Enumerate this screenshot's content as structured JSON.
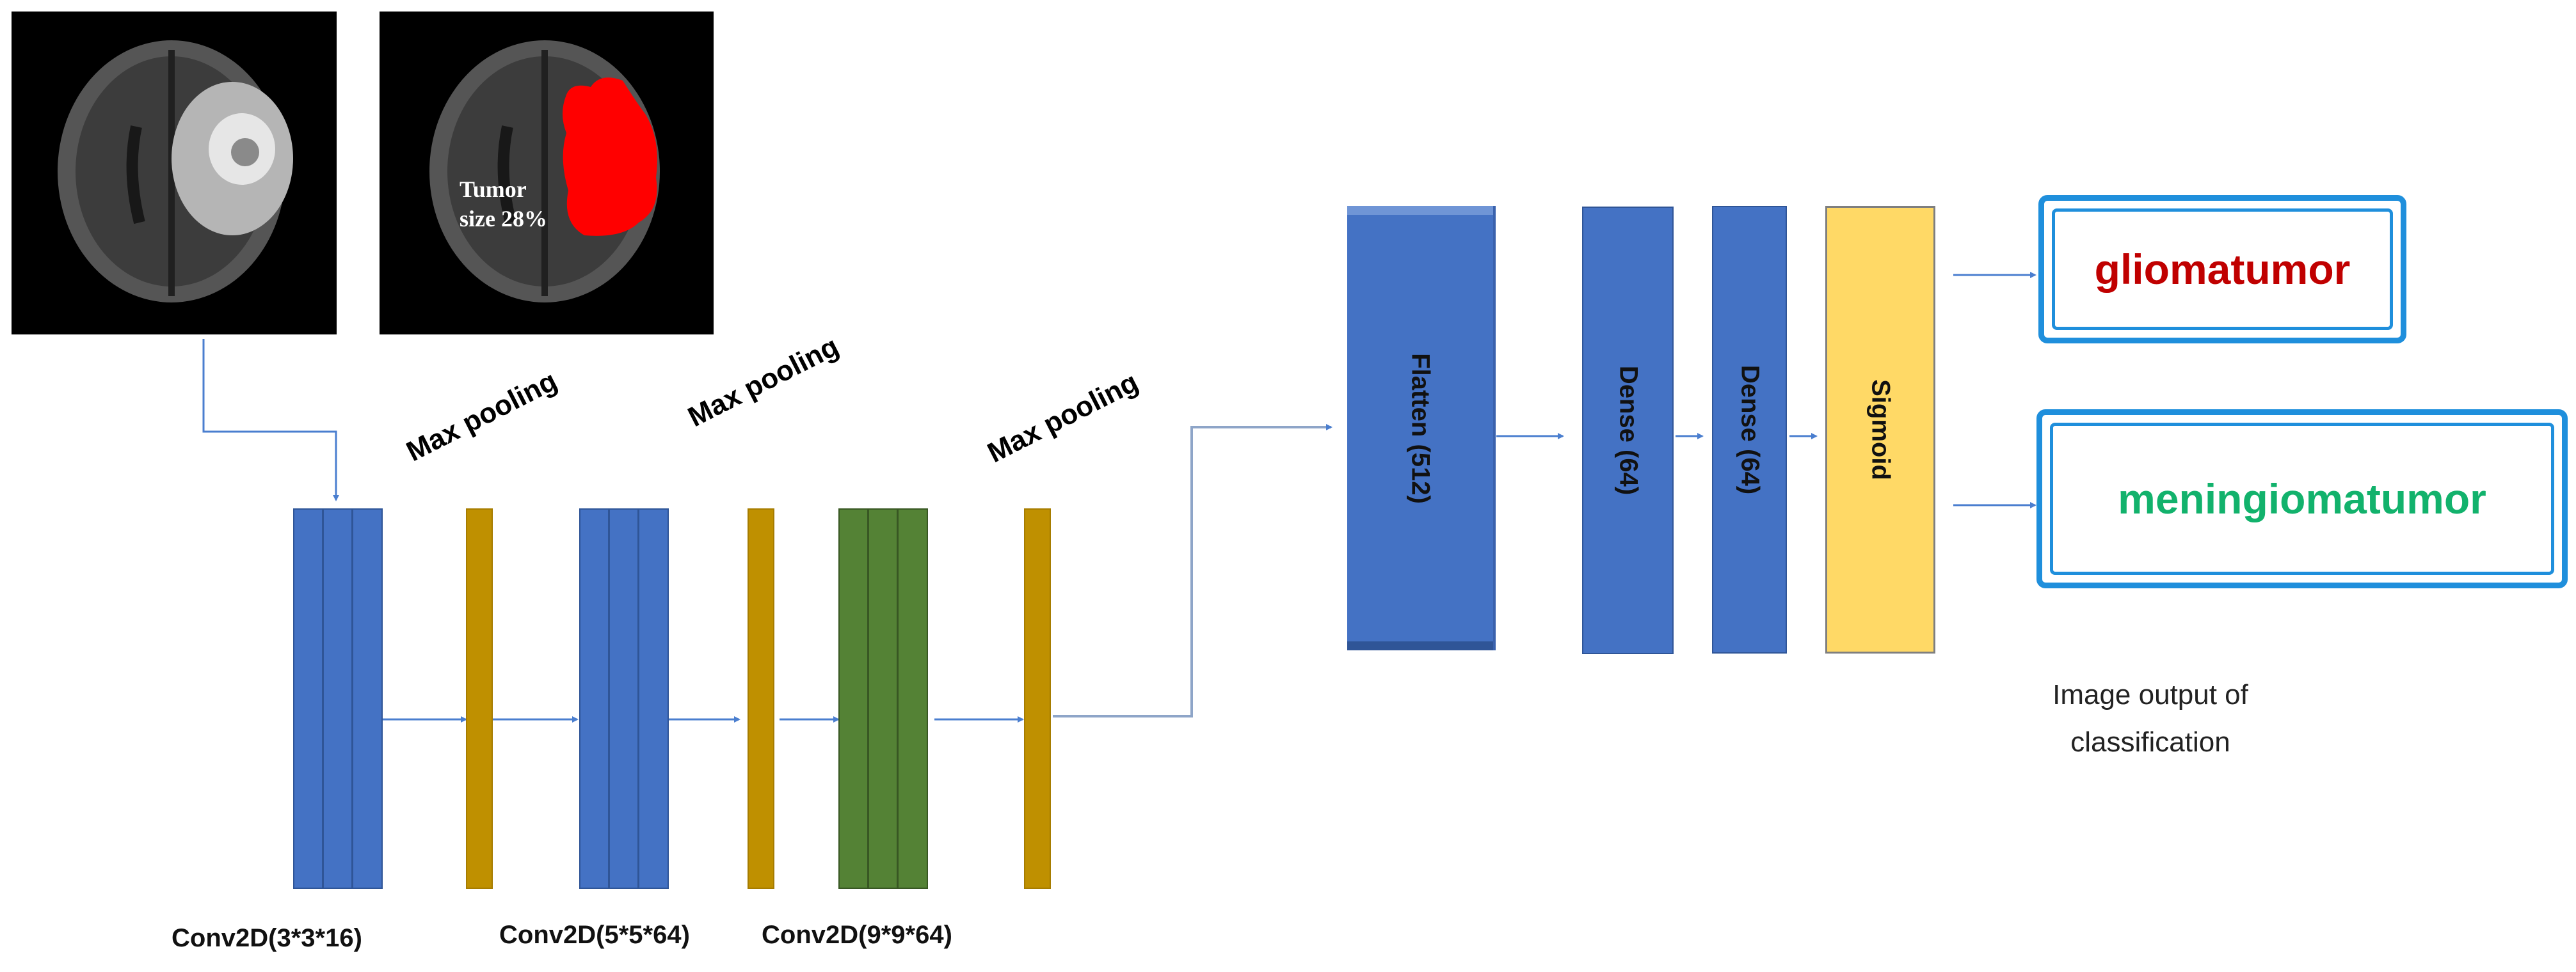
{
  "colors": {
    "conv_blue": "#4472c4",
    "conv_green": "#548235",
    "pool_gold": "#bf9000",
    "sigmoid_yellow": "#ffd966",
    "arrow": "#4a7ecf",
    "connector": "#8ea5c8",
    "tumor_red": "#ff0000",
    "glioma_text": "#c00000",
    "meningioma_text": "#12b26c",
    "output_border": "#1f8fdc"
  },
  "images": {
    "mri_original": {
      "icon": "brain-mri-scan"
    },
    "mri_segmented": {
      "icon": "brain-mri-segmentation",
      "label_line1": "Tumor",
      "label_line2": "size 28%"
    }
  },
  "layers": {
    "conv1": "Conv2D(3*3*16)",
    "conv2": "Conv2D(5*5*64)",
    "conv3": "Conv2D(9*9*64)",
    "pool1": "Max pooling",
    "pool2": "Max pooling",
    "pool3": "Max pooling",
    "flatten": "Flatten (512)",
    "dense1": "Dense  (64)",
    "dense2": "Dense  (64)",
    "sigmoid": "Sigmoid"
  },
  "outputs": {
    "class1": "gliomatumor",
    "class2": "meningiomatumor",
    "caption_line1": "Image output of",
    "caption_line2": "classification"
  }
}
